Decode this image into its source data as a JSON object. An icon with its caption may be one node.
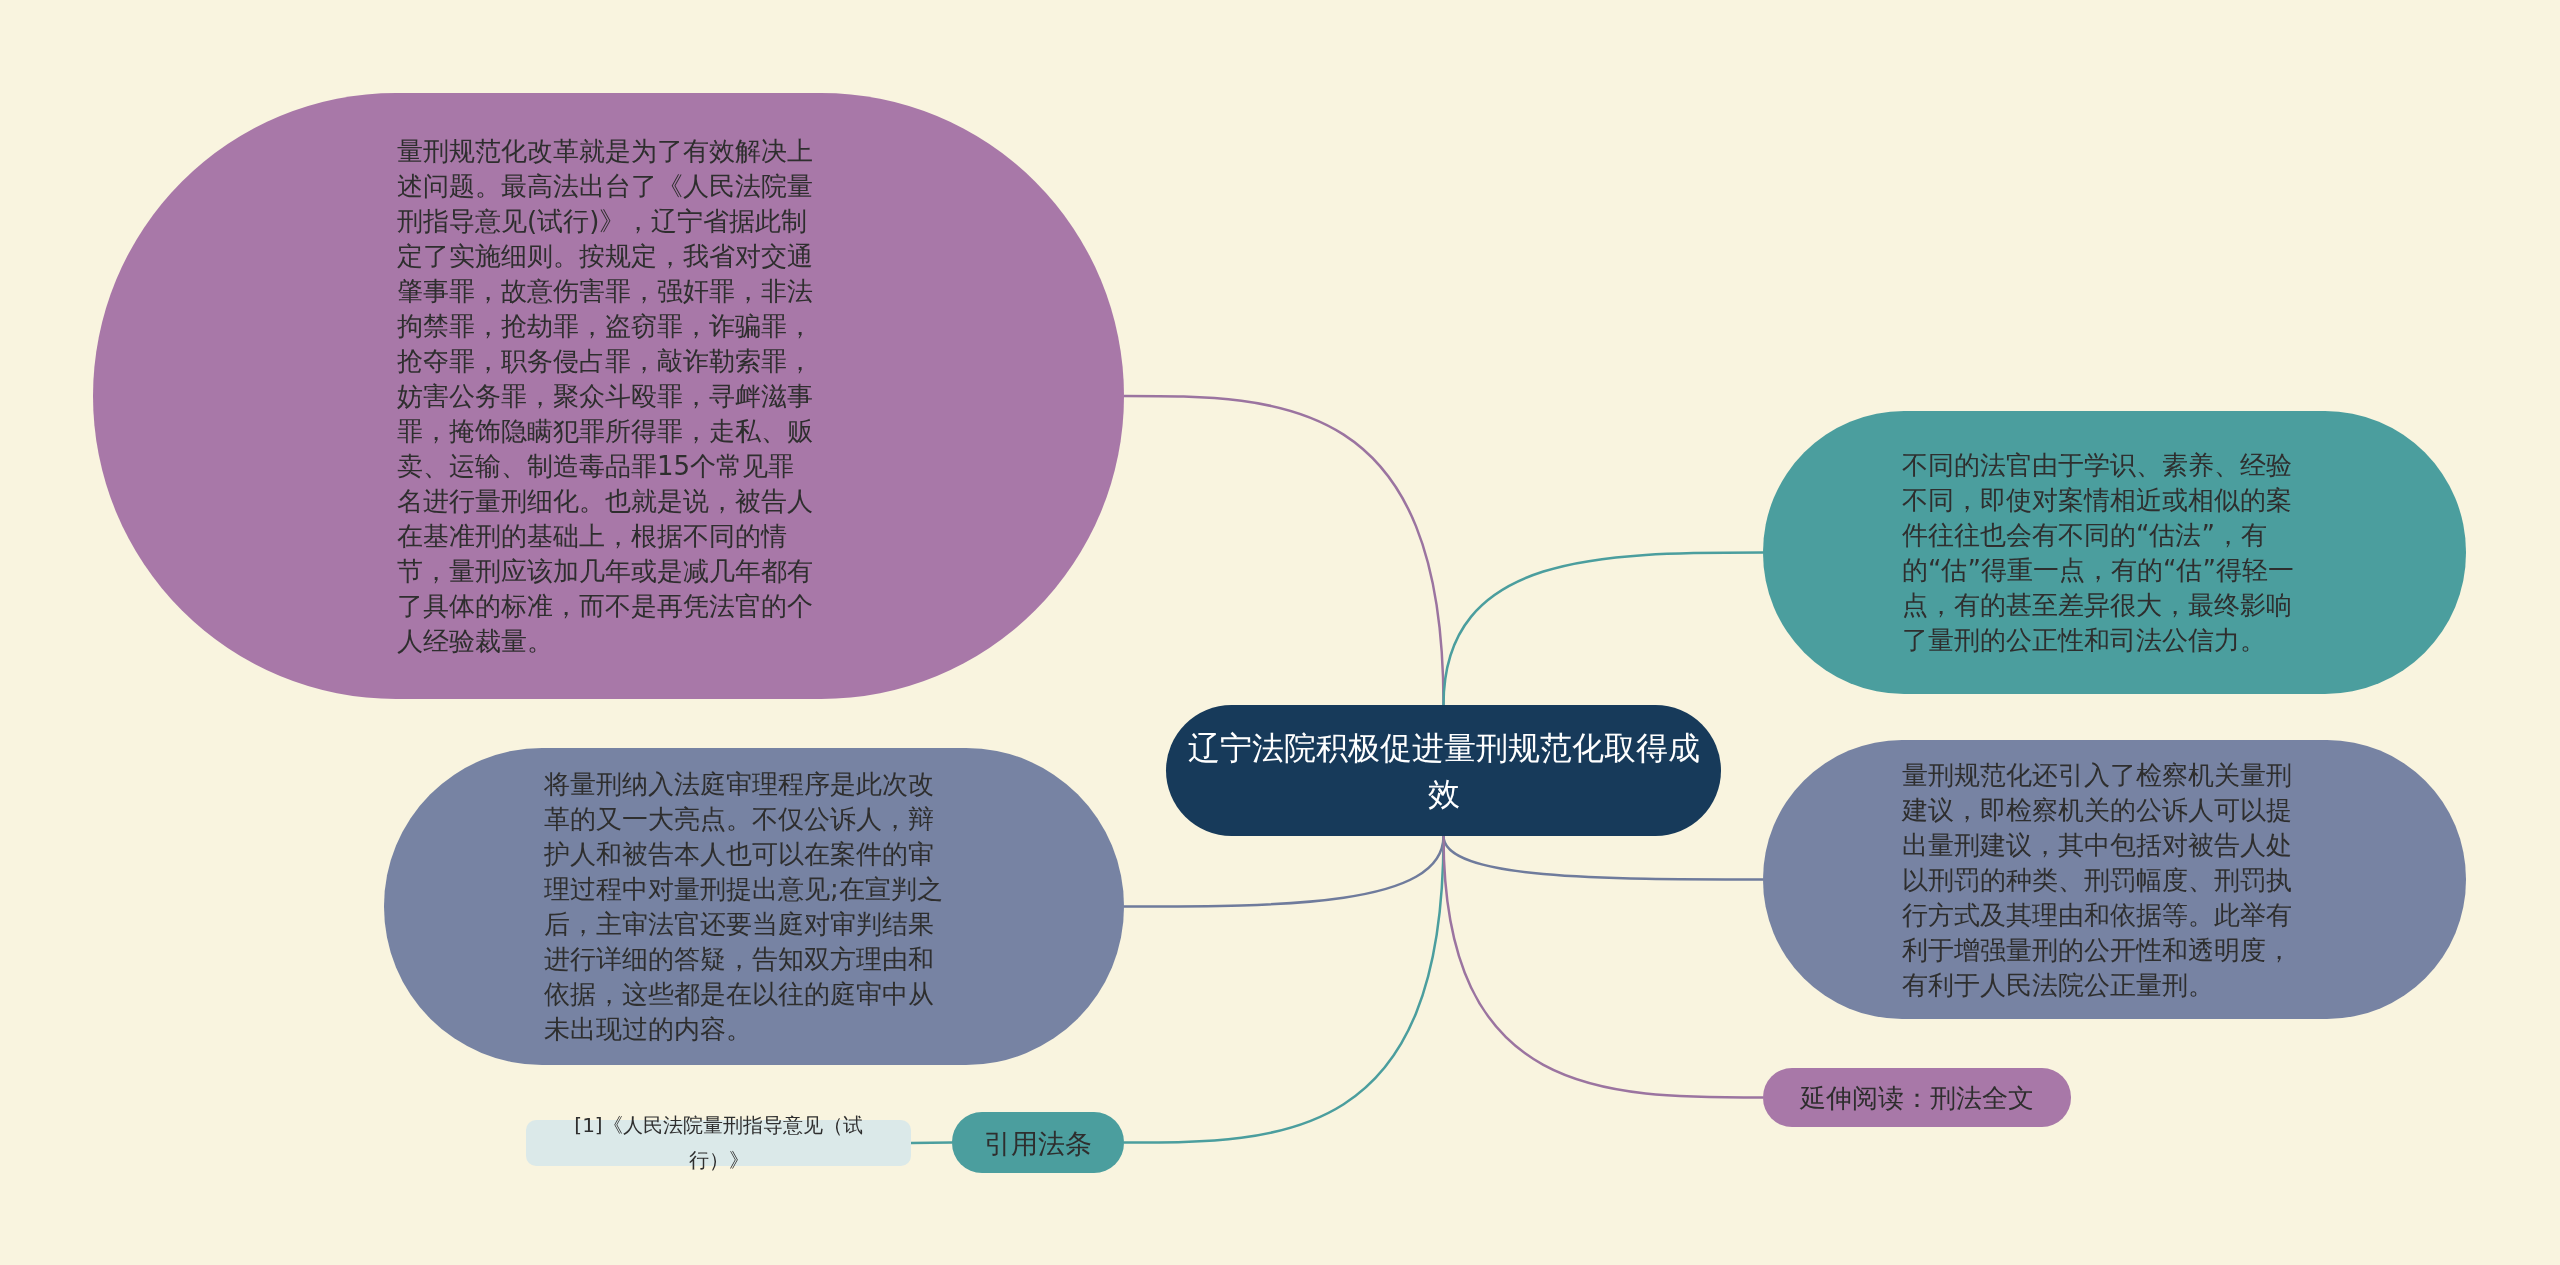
{
  "diagram": {
    "nodes": [
      {
        "text": [
          "辽宁法院积极促进量刑规范化取得成效"
        ]
      },
      {
        "text": [
          "量刑规范化改革就是为了有效解决上述问题。最高法出台了《人民法院量刑指导意见(试行)》，辽宁省据此制定了实施细则。按规定，我省对交通肇事罪，故意伤害罪，强奸罪，非法拘禁罪，抢劫罪，盗窃罪，诈骗罪，抢夺罪，职务侵占罪，敲诈勒索罪，妨害公务罪，聚众斗殴罪，寻衅滋事罪，掩饰隐瞒犯罪所得罪，走私、贩卖、运输、制造毒品罪15个常见罪名进行量刑细化。也就是说，被告人在基准刑的基础上，根据不同的情节，量刑应该加几年或是减几年都有了具体的标准，而不是再凭法官的个人经验裁量。"
        ]
      },
      {
        "text": [
          "不同的法官由于学识、素养、经验不同，即使对案情相近或相似的案件往往也会有不同的“估法”，有的“估”得重一点，有的“估”得轻一点，有的甚至差异很大，最终影响了量刑的公正性和司法公信力。"
        ]
      },
      {
        "text": [
          "将量刑纳入法庭审理程序是此次改革的又一大亮点。不仅公诉人，辩护人和被告本人也可以在案件的审理过程中对量刑提出意见;在宣判之后，主审法官还要当庭对审判结果进行详细的答疑，告知双方理由和依据，这些都是在以往的庭审中从未出现过的内容。"
        ]
      },
      {
        "text": [
          "量刑规范化还引入了检察机关量刑建议，即检察机关的公诉人可以提出量刑建议，其中包括对被告人处以刑罚的种类、刑罚幅度、刑罚执行方式及其理由和依据等。此举有利于增强量刑的公开性和透明度，有利于人民法院公正量刑。"
        ]
      },
      {
        "text": [
          "引用法条"
        ]
      },
      {
        "text": [
          "[1]《人民法院量刑指导意见（试行）》"
        ]
      },
      {
        "text": [
          "延伸阅读：刑法全文"
        ]
      }
    ],
    "edges": [
      {
        "from": 0,
        "to": 1,
        "arrow": "none",
        "color": "#9b74a0"
      },
      {
        "from": 0,
        "to": 2,
        "arrow": "none"
      },
      {
        "from": 0,
        "to": 3,
        "arrow": "none",
        "color": "#6f7b9c"
      },
      {
        "from": 0,
        "to": 4,
        "arrow": "none",
        "color": "#6f7b9c"
      },
      {
        "from": 0,
        "to": 5,
        "arrow": "none"
      },
      {
        "from": 5,
        "to": 6,
        "arrow": "none"
      },
      {
        "from": 0,
        "to": 7,
        "arrow": "none",
        "color": "#9b74a0"
      }
    ]
  }
}
